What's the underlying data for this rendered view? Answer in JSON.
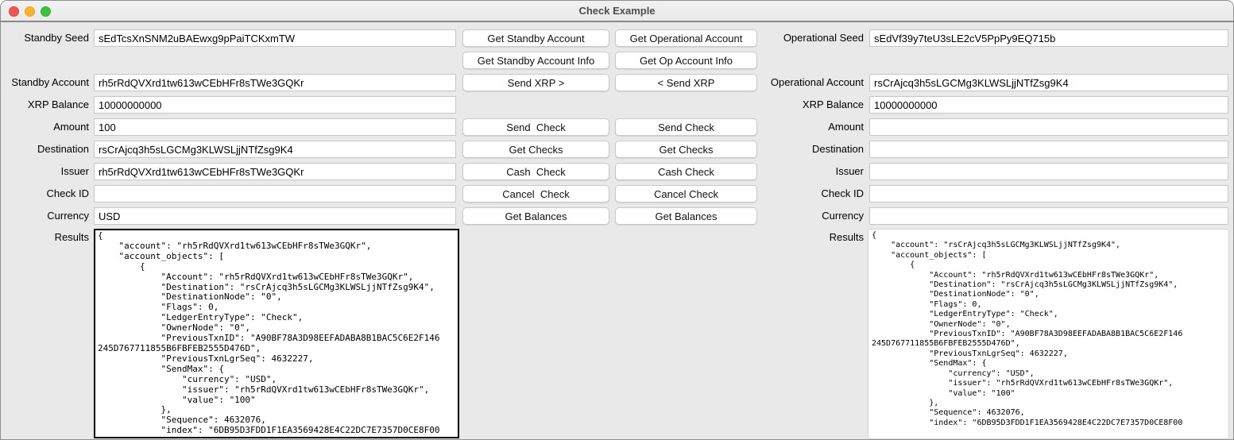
{
  "window": {
    "title": "Check Example"
  },
  "standby": {
    "labels": {
      "seed": "Standby Seed",
      "account": "Standby Account",
      "balance": "XRP Balance",
      "amount": "Amount",
      "destination": "Destination",
      "issuer": "Issuer",
      "check_id": "Check ID",
      "currency": "Currency",
      "results": "Results"
    },
    "values": {
      "seed": "sEdTcsXnSNM2uBAEwxg9pPaiTCKxmTW",
      "account": "rh5rRdQVXrd1tw613wCEbHFr8sTWe3GQKr",
      "balance": "10000000000",
      "amount": "100",
      "destination": "rsCrAjcq3h5sLGCMg3KLWSLjjNTfZsg9K4",
      "issuer": "rh5rRdQVXrd1tw613wCEbHFr8sTWe3GQKr",
      "check_id": "",
      "currency": "USD",
      "results": "{\n    \"account\": \"rh5rRdQVXrd1tw613wCEbHFr8sTWe3GQKr\",\n    \"account_objects\": [\n        {\n            \"Account\": \"rh5rRdQVXrd1tw613wCEbHFr8sTWe3GQKr\",\n            \"Destination\": \"rsCrAjcq3h5sLGCMg3KLWSLjjNTfZsg9K4\",\n            \"DestinationNode\": \"0\",\n            \"Flags\": 0,\n            \"LedgerEntryType\": \"Check\",\n            \"OwnerNode\": \"0\",\n            \"PreviousTxnID\": \"A90BF78A3D98EEFADABA8B1BAC5C6E2F146\n245D767711855B6FBFEB2555D476D\",\n            \"PreviousTxnLgrSeq\": 4632227,\n            \"SendMax\": {\n                \"currency\": \"USD\",\n                \"issuer\": \"rh5rRdQVXrd1tw613wCEbHFr8sTWe3GQKr\",\n                \"value\": \"100\"\n            },\n            \"Sequence\": 4632076,\n            \"index\": \"6DB95D3FDD1F1EA3569428E4C22DC7E7357D0CE8F00"
    }
  },
  "operational": {
    "labels": {
      "seed": "Operational Seed",
      "account": "Operational Account",
      "balance": "XRP Balance",
      "amount": "Amount",
      "destination": "Destination",
      "issuer": "Issuer",
      "check_id": "Check ID",
      "currency": "Currency",
      "results": "Results"
    },
    "values": {
      "seed": "sEdVf39y7teU3sLE2cV5PpPy9EQ715b",
      "account": "rsCrAjcq3h5sLGCMg3KLWSLjjNTfZsg9K4",
      "balance": "10000000000",
      "amount": "",
      "destination": "",
      "issuer": "",
      "check_id": "",
      "currency": "",
      "results": "{\n    \"account\": \"rsCrAjcq3h5sLGCMg3KLWSLjjNTfZsg9K4\",\n    \"account_objects\": [\n        {\n            \"Account\": \"rh5rRdQVXrd1tw613wCEbHFr8sTWe3GQKr\",\n            \"Destination\": \"rsCrAjcq3h5sLGCMg3KLWSLjjNTfZsg9K4\",\n            \"DestinationNode\": \"0\",\n            \"Flags\": 0,\n            \"LedgerEntryType\": \"Check\",\n            \"OwnerNode\": \"0\",\n            \"PreviousTxnID\": \"A90BF78A3D98EEFADABA8B1BAC5C6E2F146\n245D767711855B6FBFEB2555D476D\",\n            \"PreviousTxnLgrSeq\": 4632227,\n            \"SendMax\": {\n                \"currency\": \"USD\",\n                \"issuer\": \"rh5rRdQVXrd1tw613wCEbHFr8sTWe3GQKr\",\n                \"value\": \"100\"\n            },\n            \"Sequence\": 4632076,\n            \"index\": \"6DB95D3FDD1F1EA3569428E4C22DC7E7357D0CE8F00"
    }
  },
  "buttons": {
    "standby": {
      "get_account": "Get Standby Account",
      "get_account_info": "Get Standby Account Info",
      "send_xrp": "Send XRP >",
      "send_check": "Send  Check",
      "get_checks": "Get Checks",
      "cash_check": "Cash  Check",
      "cancel_check": "Cancel  Check",
      "get_balances": "Get Balances"
    },
    "operational": {
      "get_account": "Get Operational Account",
      "get_account_info": "Get Op Account Info",
      "send_xrp": "< Send XRP",
      "send_check": "Send Check",
      "get_checks": "Get Checks",
      "cash_check": "Cash Check",
      "cancel_check": "Cancel Check",
      "get_balances": "Get Balances"
    }
  }
}
